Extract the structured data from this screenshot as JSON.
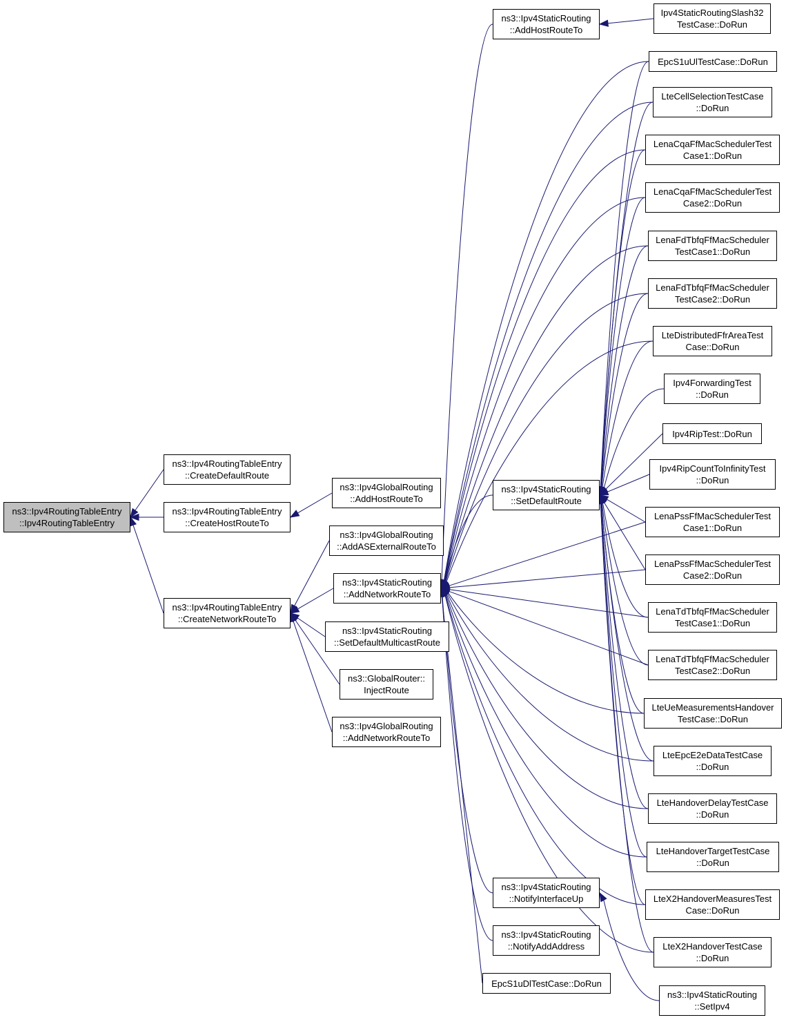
{
  "colors": {
    "edge": "#191970",
    "root_fill": "#bfbfbf",
    "node_fill": "#ffffff",
    "node_border": "#000000"
  },
  "nodes": [
    {
      "id": "root",
      "lines": [
        "ns3::Ipv4RoutingTableEntry",
        "::Ipv4RoutingTableEntry"
      ]
    },
    {
      "id": "create_default_route",
      "lines": [
        "ns3::Ipv4RoutingTableEntry",
        "::CreateDefaultRoute"
      ]
    },
    {
      "id": "create_host_route_to",
      "lines": [
        "ns3::Ipv4RoutingTableEntry",
        "::CreateHostRouteTo"
      ]
    },
    {
      "id": "create_network_route_to",
      "lines": [
        "ns3::Ipv4RoutingTableEntry",
        "::CreateNetworkRouteTo"
      ]
    },
    {
      "id": "global_add_host_route_to",
      "lines": [
        "ns3::Ipv4GlobalRouting",
        "::AddHostRouteTo"
      ]
    },
    {
      "id": "global_add_as_external_route_to",
      "lines": [
        "ns3::Ipv4GlobalRouting",
        "::AddASExternalRouteTo"
      ]
    },
    {
      "id": "static_add_network_route_to",
      "lines": [
        "ns3::Ipv4StaticRouting",
        "::AddNetworkRouteTo"
      ]
    },
    {
      "id": "static_set_default_multicast_route",
      "lines": [
        "ns3::Ipv4StaticRouting",
        "::SetDefaultMulticastRoute"
      ]
    },
    {
      "id": "global_router_inject_route",
      "lines": [
        "ns3::GlobalRouter::",
        "InjectRoute"
      ]
    },
    {
      "id": "global_add_network_route_to",
      "lines": [
        "ns3::Ipv4GlobalRouting",
        "::AddNetworkRouteTo"
      ]
    },
    {
      "id": "static_add_host_route_to",
      "lines": [
        "ns3::Ipv4StaticRouting",
        "::AddHostRouteTo"
      ]
    },
    {
      "id": "static_set_default_route",
      "lines": [
        "ns3::Ipv4StaticRouting",
        "::SetDefaultRoute"
      ]
    },
    {
      "id": "static_notify_interface_up",
      "lines": [
        "ns3::Ipv4StaticRouting",
        "::NotifyInterfaceUp"
      ]
    },
    {
      "id": "static_notify_add_address",
      "lines": [
        "ns3::Ipv4StaticRouting",
        "::NotifyAddAddress"
      ]
    },
    {
      "id": "epc_s1u_dl",
      "lines": [
        "EpcS1uDlTestCase::DoRun"
      ]
    },
    {
      "id": "slash32",
      "lines": [
        "Ipv4StaticRoutingSlash32",
        "TestCase::DoRun"
      ]
    },
    {
      "id": "epc_s1u_ul",
      "lines": [
        "EpcS1uUlTestCase::DoRun"
      ]
    },
    {
      "id": "lte_cell_selection",
      "lines": [
        "LteCellSelectionTestCase",
        "::DoRun"
      ]
    },
    {
      "id": "cqa1",
      "lines": [
        "LenaCqaFfMacSchedulerTest",
        "Case1::DoRun"
      ]
    },
    {
      "id": "cqa2",
      "lines": [
        "LenaCqaFfMacSchedulerTest",
        "Case2::DoRun"
      ]
    },
    {
      "id": "fdtbfq1",
      "lines": [
        "LenaFdTbfqFfMacScheduler",
        "TestCase1::DoRun"
      ]
    },
    {
      "id": "fdtbfq2",
      "lines": [
        "LenaFdTbfqFfMacScheduler",
        "TestCase2::DoRun"
      ]
    },
    {
      "id": "ffr_area",
      "lines": [
        "LteDistributedFfrAreaTest",
        "Case::DoRun"
      ]
    },
    {
      "id": "ipv4_forwarding",
      "lines": [
        "Ipv4ForwardingTest",
        "::DoRun"
      ]
    },
    {
      "id": "ipv4_rip",
      "lines": [
        "Ipv4RipTest::DoRun"
      ]
    },
    {
      "id": "ipv4_rip_count",
      "lines": [
        "Ipv4RipCountToInfinityTest",
        "::DoRun"
      ]
    },
    {
      "id": "pss1",
      "lines": [
        "LenaPssFfMacSchedulerTest",
        "Case1::DoRun"
      ]
    },
    {
      "id": "pss2",
      "lines": [
        "LenaPssFfMacSchedulerTest",
        "Case2::DoRun"
      ]
    },
    {
      "id": "tdtbfq1",
      "lines": [
        "LenaTdTbfqFfMacScheduler",
        "TestCase1::DoRun"
      ]
    },
    {
      "id": "tdtbfq2",
      "lines": [
        "LenaTdTbfqFfMacScheduler",
        "TestCase2::DoRun"
      ]
    },
    {
      "id": "ue_meas_handover",
      "lines": [
        "LteUeMeasurementsHandover",
        "TestCase::DoRun"
      ]
    },
    {
      "id": "epc_e2e",
      "lines": [
        "LteEpcE2eDataTestCase",
        "::DoRun"
      ]
    },
    {
      "id": "handover_delay",
      "lines": [
        "LteHandoverDelayTestCase",
        "::DoRun"
      ]
    },
    {
      "id": "handover_target",
      "lines": [
        "LteHandoverTargetTestCase",
        "::DoRun"
      ]
    },
    {
      "id": "x2_measures",
      "lines": [
        "LteX2HandoverMeasuresTest",
        "Case::DoRun"
      ]
    },
    {
      "id": "x2_handover",
      "lines": [
        "LteX2HandoverTestCase",
        "::DoRun"
      ]
    },
    {
      "id": "static_set_ipv4",
      "lines": [
        "ns3::Ipv4StaticRouting",
        "::SetIpv4"
      ]
    }
  ],
  "edges": [
    [
      "create_default_route",
      "root"
    ],
    [
      "create_host_route_to",
      "root"
    ],
    [
      "create_network_route_to",
      "root"
    ],
    [
      "global_add_host_route_to",
      "create_host_route_to"
    ],
    [
      "global_add_as_external_route_to",
      "create_network_route_to"
    ],
    [
      "static_add_network_route_to",
      "create_network_route_to"
    ],
    [
      "static_set_default_multicast_route",
      "create_network_route_to"
    ],
    [
      "global_router_inject_route",
      "create_network_route_to"
    ],
    [
      "global_add_network_route_to",
      "create_network_route_to"
    ],
    [
      "static_add_host_route_to",
      "static_add_network_route_to"
    ],
    [
      "static_set_default_route",
      "static_add_network_route_to"
    ],
    [
      "static_notify_interface_up",
      "static_add_network_route_to"
    ],
    [
      "static_notify_add_address",
      "static_add_network_route_to"
    ],
    [
      "epc_s1u_dl",
      "static_add_network_route_to"
    ],
    [
      "epc_s1u_ul",
      "static_add_network_route_to"
    ],
    [
      "lte_cell_selection",
      "static_add_network_route_to"
    ],
    [
      "cqa1",
      "static_add_network_route_to"
    ],
    [
      "cqa2",
      "static_add_network_route_to"
    ],
    [
      "fdtbfq1",
      "static_add_network_route_to"
    ],
    [
      "fdtbfq2",
      "static_add_network_route_to"
    ],
    [
      "ffr_area",
      "static_add_network_route_to"
    ],
    [
      "pss1",
      "static_add_network_route_to"
    ],
    [
      "pss2",
      "static_add_network_route_to"
    ],
    [
      "tdtbfq1",
      "static_add_network_route_to"
    ],
    [
      "tdtbfq2",
      "static_add_network_route_to"
    ],
    [
      "ue_meas_handover",
      "static_add_network_route_to"
    ],
    [
      "epc_e2e",
      "static_add_network_route_to"
    ],
    [
      "handover_delay",
      "static_add_network_route_to"
    ],
    [
      "handover_target",
      "static_add_network_route_to"
    ],
    [
      "x2_measures",
      "static_add_network_route_to"
    ],
    [
      "x2_handover",
      "static_add_network_route_to"
    ],
    [
      "slash32",
      "static_add_host_route_to"
    ],
    [
      "epc_s1u_ul",
      "static_set_default_route"
    ],
    [
      "lte_cell_selection",
      "static_set_default_route"
    ],
    [
      "cqa1",
      "static_set_default_route"
    ],
    [
      "cqa2",
      "static_set_default_route"
    ],
    [
      "fdtbfq1",
      "static_set_default_route"
    ],
    [
      "fdtbfq2",
      "static_set_default_route"
    ],
    [
      "ffr_area",
      "static_set_default_route"
    ],
    [
      "ipv4_forwarding",
      "static_set_default_route"
    ],
    [
      "ipv4_rip",
      "static_set_default_route"
    ],
    [
      "ipv4_rip_count",
      "static_set_default_route"
    ],
    [
      "pss1",
      "static_set_default_route"
    ],
    [
      "pss2",
      "static_set_default_route"
    ],
    [
      "tdtbfq1",
      "static_set_default_route"
    ],
    [
      "tdtbfq2",
      "static_set_default_route"
    ],
    [
      "ue_meas_handover",
      "static_set_default_route"
    ],
    [
      "epc_e2e",
      "static_set_default_route"
    ],
    [
      "handover_delay",
      "static_set_default_route"
    ],
    [
      "handover_target",
      "static_set_default_route"
    ],
    [
      "x2_measures",
      "static_set_default_route"
    ],
    [
      "x2_handover",
      "static_set_default_route"
    ],
    [
      "static_set_ipv4",
      "static_notify_interface_up"
    ]
  ]
}
